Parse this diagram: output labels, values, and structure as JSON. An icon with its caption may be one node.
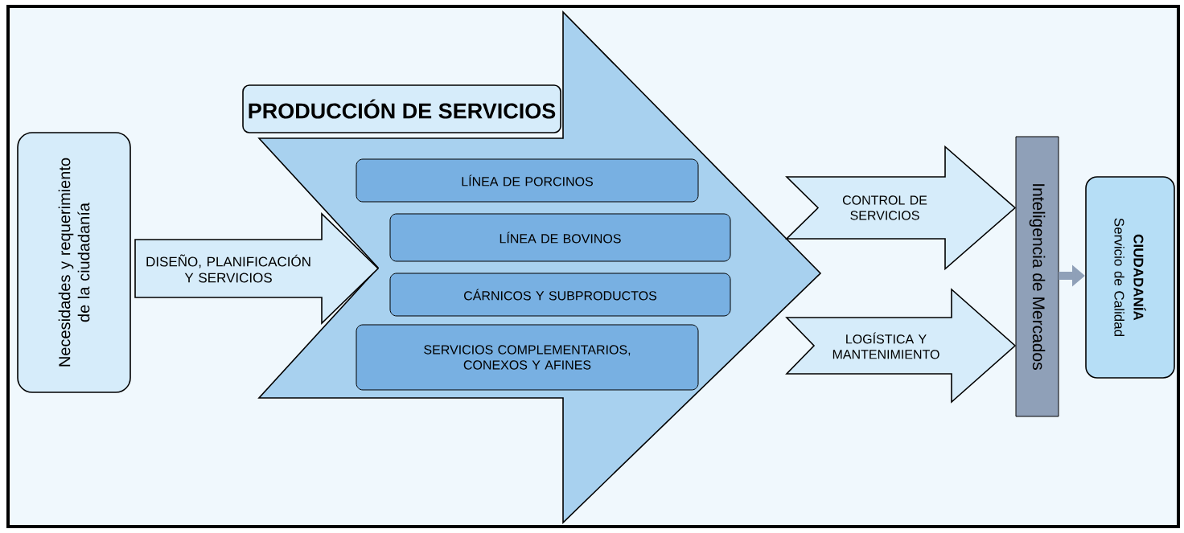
{
  "diagram": {
    "nodes": [
      {
        "text": [
          "Necesidades y requerimiento de la ciudadanía"
        ]
      },
      {
        "text": [
          "PRODUCCIÓN DE SERVICIOS"
        ]
      },
      {
        "text": [
          "LÍNEA DE PORCINOS"
        ],
        "in": 1
      },
      {
        "text": [
          "LÍNEA DE BOVINOS"
        ],
        "in": 1
      },
      {
        "text": [
          "CÁRNICOS Y SUBPRODUCTOS"
        ],
        "in": 1
      },
      {
        "text": [
          "SERVICIOS COMPLEMENTARIOS, CONEXOS Y AFINES"
        ],
        "in": 1
      },
      {
        "text": [
          "Inteligencia de Mercados"
        ]
      },
      {
        "text": [
          "CIUDADANÍA",
          "Servicio de Calidad"
        ]
      }
    ],
    "edges": [
      {
        "from": 0,
        "to": 1,
        "arrow": "to",
        "label": "DISEÑO, PLANIFICACIÓN Y SERVICIOS"
      },
      {
        "from": 1,
        "to": 6,
        "arrow": "to",
        "label": "CONTROL DE SERVICIOS"
      },
      {
        "from": 1,
        "to": 6,
        "arrow": "to",
        "label": "LOGÍSTICA Y MANTENIMIENTO"
      },
      {
        "from": 6,
        "to": 7,
        "arrow": "to"
      }
    ]
  }
}
